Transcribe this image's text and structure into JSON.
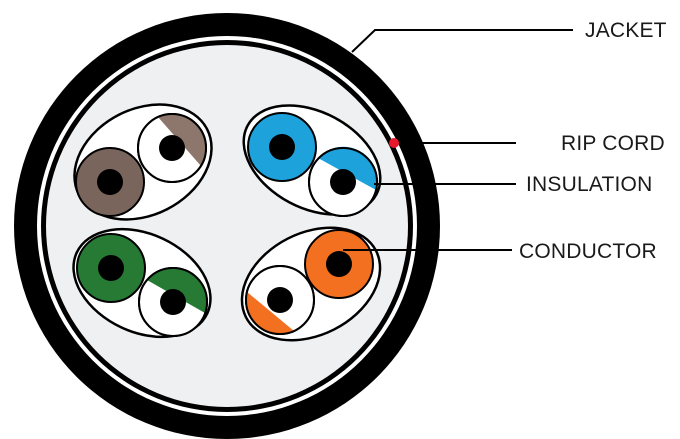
{
  "labels": {
    "jacket": "JACKET",
    "rip_cord": "RIP CORD",
    "insulation": "INSULATION",
    "conductor": "CONDUCTOR"
  },
  "colors": {
    "jacket": "#000000",
    "inner_fill": "#eef0f2",
    "rip_cord": "#e8192c",
    "conductor": "#000000",
    "white_insulation": "#ffffff",
    "brown": "#7a655c",
    "brown_stripe": "#8d766b",
    "blue": "#1ea2dc",
    "blue_stripe": "#1ea2dc",
    "green": "#267a34",
    "green_stripe": "#267a34",
    "orange": "#f37021",
    "orange_stripe": "#f37021",
    "label_text": "#1a1a1a",
    "leader_line": "#000000"
  },
  "pairs": [
    {
      "name": "brown-pair",
      "solid": "brown",
      "striped": "white-brown"
    },
    {
      "name": "blue-pair",
      "solid": "blue",
      "striped": "white-blue"
    },
    {
      "name": "green-pair",
      "solid": "green",
      "striped": "white-green"
    },
    {
      "name": "orange-pair",
      "solid": "orange",
      "striped": "white-orange"
    }
  ]
}
